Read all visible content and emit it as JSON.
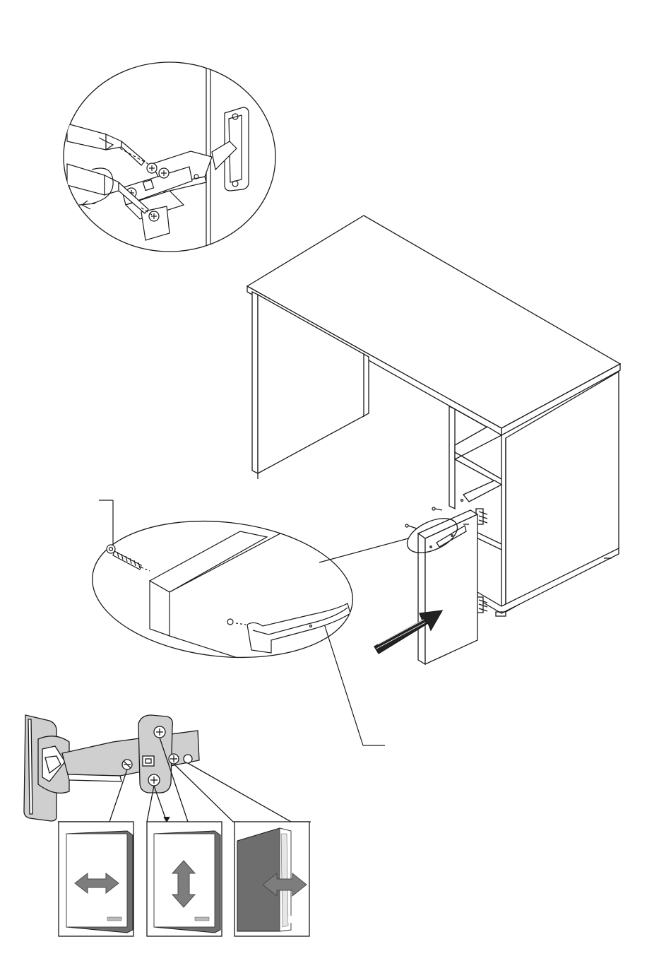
{
  "colors": {
    "line": "#1a1a1a",
    "panel_fill": "#ffffff",
    "door_edge": "#cfcfcf",
    "door_dark": "#6e6e6e",
    "arrow_gray": "#7d7d7d",
    "arrow_outline": "#4a4a4a",
    "push_arrow": "#222222"
  },
  "icons": {
    "hinge_detail": "hinge-screwdriver-detail-icon",
    "desk": "desk-with-cabinet-icon",
    "door": "cabinet-door-icon",
    "handle_detail": "handle-screw-detail-icon",
    "hinge_adjust": "hinge-adjustment-screws-icon",
    "horizontal_adjust": "horizontal-arrow-icon",
    "vertical_adjust": "vertical-arrow-icon",
    "depth_adjust": "depth-arrow-icon"
  },
  "adjustment_panels": [
    {
      "direction": "horizontal",
      "icon": "horizontal-arrow-icon"
    },
    {
      "direction": "vertical",
      "icon": "vertical-arrow-icon"
    },
    {
      "direction": "depth",
      "icon": "depth-arrow-icon"
    }
  ]
}
